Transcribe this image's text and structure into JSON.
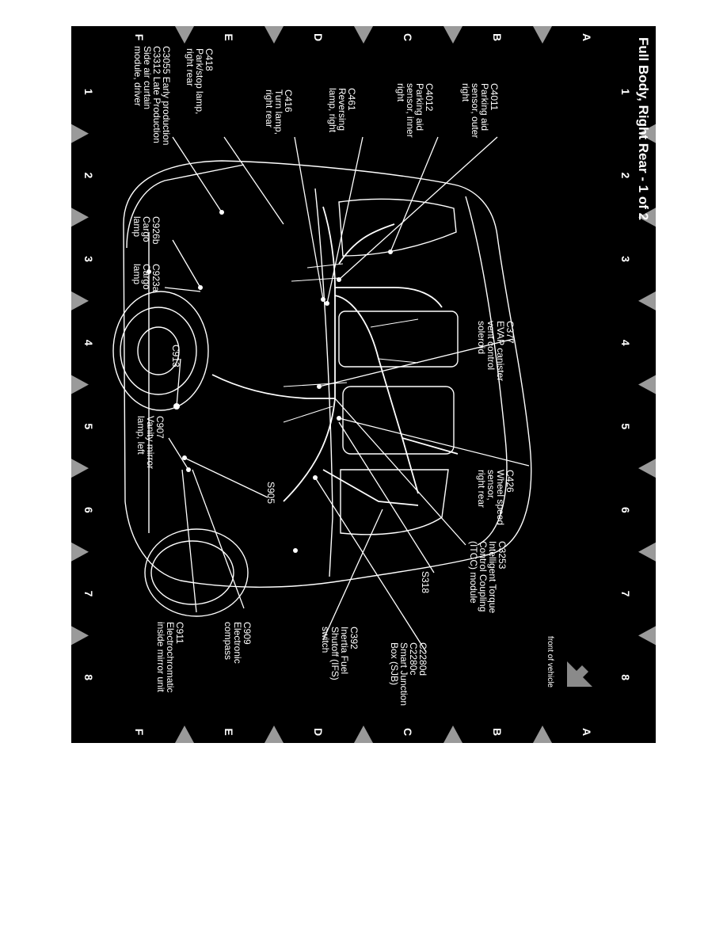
{
  "title": "Full Body, Right Rear - 1 of 2",
  "grid": {
    "columns": [
      "1",
      "2",
      "3",
      "4",
      "5",
      "6",
      "7",
      "8"
    ],
    "rows": [
      "A",
      "B",
      "C",
      "D",
      "E",
      "F"
    ]
  },
  "orientation_label": "front of vehicle",
  "components": [
    {
      "id": "c3055",
      "lines": [
        "C3055 Early production",
        "C3312 Late Production",
        "Side air curtain",
        "module, driver"
      ]
    },
    {
      "id": "c418",
      "lines": [
        "C418",
        "Park/stop lamp,",
        "right rear"
      ]
    },
    {
      "id": "c416",
      "lines": [
        "C416",
        "Turn lamp,",
        "right rear"
      ]
    },
    {
      "id": "c461",
      "lines": [
        "C461",
        "Reversing",
        "lamp, right"
      ]
    },
    {
      "id": "c4012",
      "lines": [
        "C4012",
        "Parking aid",
        "sensor, inner",
        "right"
      ]
    },
    {
      "id": "c4011",
      "lines": [
        "C4011",
        "Parking aid",
        "sensor, outer",
        "right"
      ]
    },
    {
      "id": "c926b",
      "lines": [
        "C926b",
        "Cargo",
        "lamp"
      ]
    },
    {
      "id": "c923a",
      "lines": [
        "C923a",
        "Cargo",
        "lamp"
      ]
    },
    {
      "id": "c913",
      "lines": [
        "C913"
      ]
    },
    {
      "id": "c377",
      "lines": [
        "C377",
        "EVAP canister",
        "vent control",
        "soleroid"
      ]
    },
    {
      "id": "c907",
      "lines": [
        "C907",
        "Vanity mirror",
        "lamp, left"
      ]
    },
    {
      "id": "c426",
      "lines": [
        "C426",
        "Wheel speed",
        "sensor,",
        "right rear"
      ]
    },
    {
      "id": "s905",
      "lines": [
        "S905"
      ]
    },
    {
      "id": "c3253",
      "lines": [
        "C3253",
        "Intelligent Torque",
        "Control Coupling",
        "(ITCC) module"
      ]
    },
    {
      "id": "s318",
      "lines": [
        "S318"
      ]
    },
    {
      "id": "c911",
      "lines": [
        "C911",
        "Electrochromatic",
        "inside mirror unit"
      ]
    },
    {
      "id": "c909",
      "lines": [
        "C909",
        "Electronic",
        "compass"
      ]
    },
    {
      "id": "c2280",
      "lines": [
        "C2280d",
        "C2280c",
        "Smart Junction",
        "Box (SJB)"
      ]
    },
    {
      "id": "c392",
      "lines": [
        "C392",
        "Inertia Fuel",
        "Shutoff (IFS)",
        "switch"
      ]
    }
  ],
  "colors": {
    "background": "#000000",
    "foreground": "#ffffff",
    "page": "#ffffff"
  }
}
